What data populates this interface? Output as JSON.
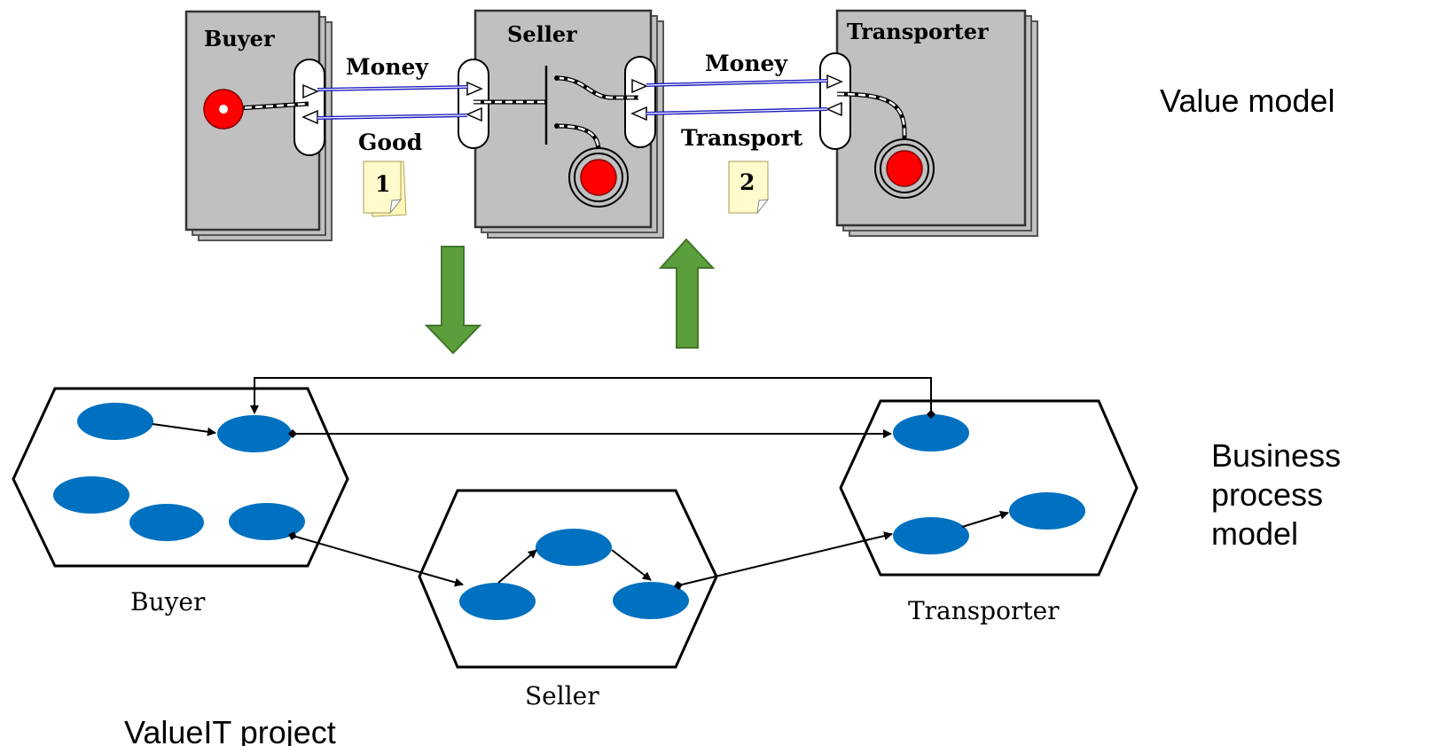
{
  "value_model": {
    "actors": {
      "buyer": "Buyer",
      "seller": "Seller",
      "transporter": "Transporter"
    },
    "exchanges": {
      "money_1": "Money",
      "good": "Good",
      "money_2": "Money",
      "transport": "Transport"
    },
    "notes": {
      "note_1": "1",
      "note_2": "2"
    },
    "colors": {
      "actor_fill": "#c0c0c0",
      "start_stimulus": "#ff0000",
      "value_transfer_line": "#2020c0",
      "note_fill": "#fffbcc"
    }
  },
  "labels": {
    "value_model": "Value model",
    "business_process_line1": "Business",
    "business_process_line2": "process",
    "business_process_line3": "model",
    "bottom_partial": "ValueIT project"
  },
  "process_model": {
    "pools": {
      "buyer": "Buyer",
      "seller": "Seller",
      "transporter": "Transporter"
    },
    "colors": {
      "activity_fill": "#0070c0",
      "arrow_fill": "#5b9e3c",
      "arrow_stroke": "#41762a"
    }
  }
}
